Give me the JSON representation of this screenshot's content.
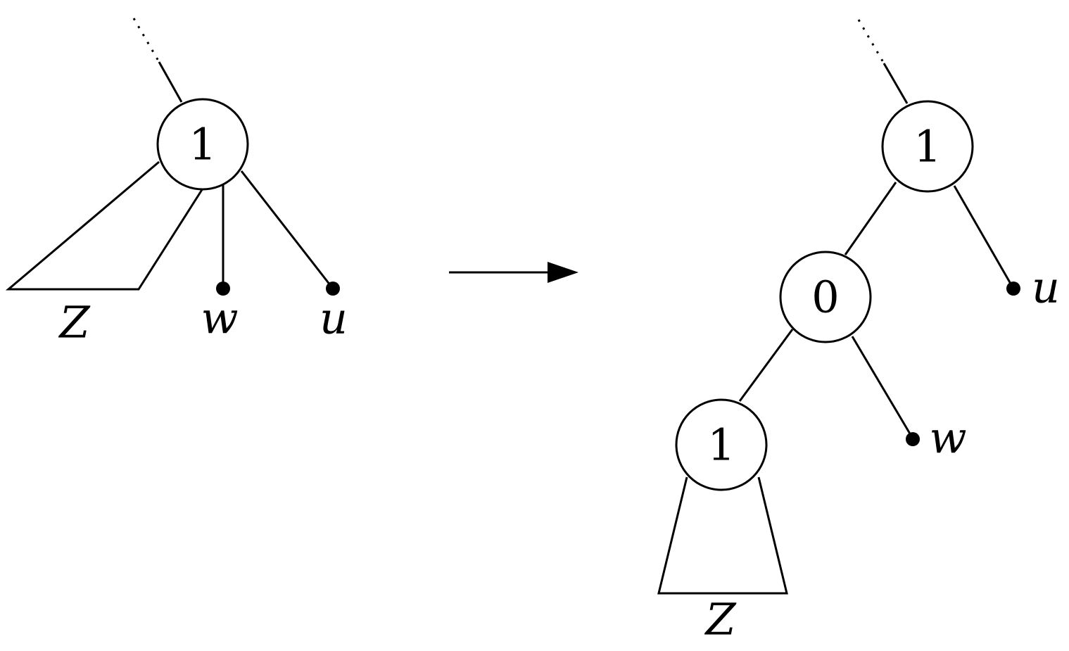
{
  "left_tree": {
    "root_label": "1",
    "subtree_label": "Z",
    "leaf_w_label": "w",
    "leaf_u_label": "u"
  },
  "right_tree": {
    "root_label": "1",
    "middle_label": "0",
    "bottom_label": "1",
    "subtree_label": "Z",
    "leaf_w_label": "w",
    "leaf_u_label": "u"
  },
  "arrow": {
    "direction": "right"
  },
  "colors": {
    "stroke": "#000000",
    "background": "#ffffff"
  }
}
